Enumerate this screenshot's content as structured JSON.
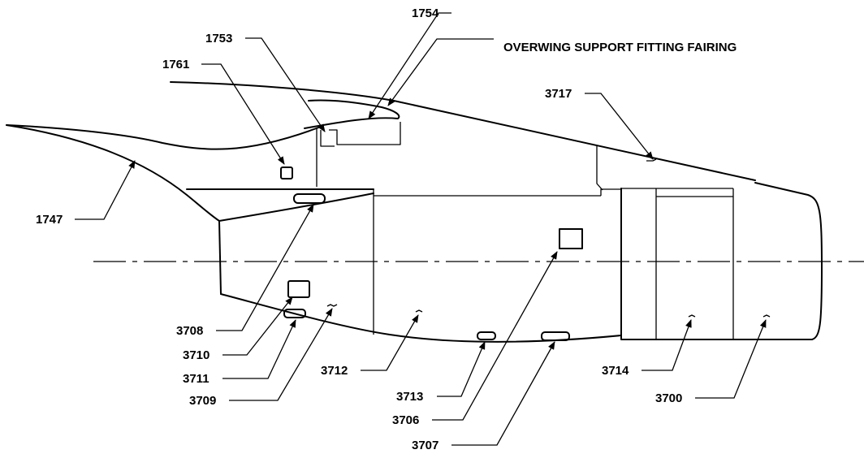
{
  "diagram": {
    "title": "OVERWING SUPPORT FITTING FAIRING",
    "callouts": {
      "c1754": "1754",
      "c1753": "1753",
      "c1761": "1761",
      "c3717": "3717",
      "c1747": "1747",
      "c3708": "3708",
      "c3710": "3710",
      "c3711": "3711",
      "c3709": "3709",
      "c3712": "3712",
      "c3713": "3713",
      "c3706": "3706",
      "c3707": "3707",
      "c3714": "3714",
      "c3700": "3700"
    }
  }
}
